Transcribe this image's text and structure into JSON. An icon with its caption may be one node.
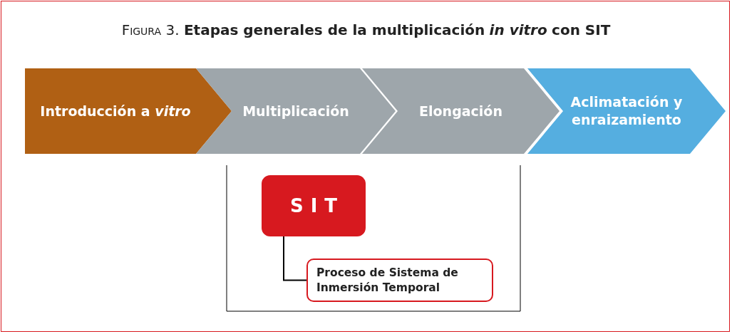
{
  "diagram": {
    "title": "Figura 3. **Etapas generales de la multiplicación** *in vitro* **con SIT**",
    "nodes": [
      {
        "text": [
          "Introducción a *vitro*"
        ]
      },
      {
        "text": [
          "Multiplicación"
        ]
      },
      {
        "text": [
          "Elongación"
        ]
      },
      {
        "text": [
          "Aclimatación y enraizamiento"
        ]
      },
      {
        "text": [
          "SIT"
        ]
      },
      {
        "text": [
          "Proceso de Sistema de Inmersión Temporal"
        ]
      }
    ],
    "edges": [
      {
        "from": 4,
        "to": 5,
        "arrow": "none"
      }
    ]
  }
}
